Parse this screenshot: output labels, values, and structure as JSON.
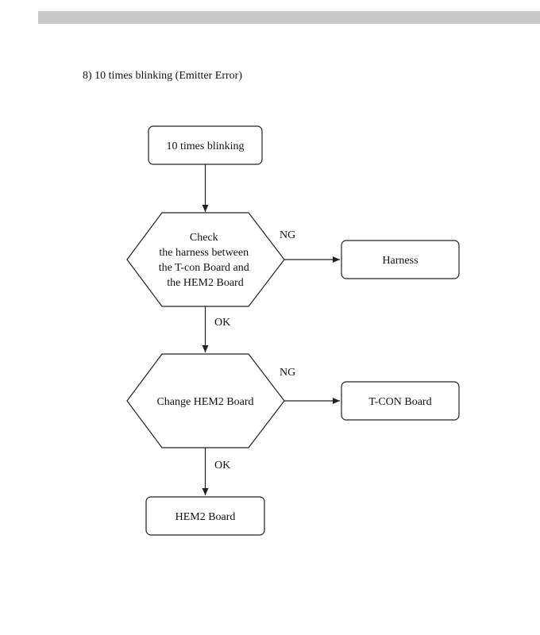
{
  "heading": "8) 10 times blinking (Emitter Error)",
  "nodes": {
    "start": {
      "text": "10 times blinking"
    },
    "check_harness": {
      "lines": [
        "Check",
        "the harness between",
        "the T-con Board and",
        "the HEM2 Board"
      ]
    },
    "harness": {
      "text": "Harness"
    },
    "change_hem2": {
      "text": "Change HEM2 Board"
    },
    "tcon_board": {
      "text": "T-CON Board"
    },
    "hem2_board": {
      "text": "HEM2 Board"
    }
  },
  "edges": {
    "check_ng": "NG",
    "check_ok": "OK",
    "change_ng": "NG",
    "change_ok": "OK"
  }
}
